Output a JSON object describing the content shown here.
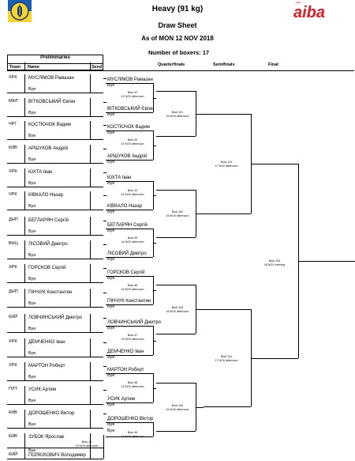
{
  "header": {
    "weight_class": "Heavy (91 kg)",
    "doc_title": "Draw Sheet",
    "as_of": "As of MON 12 NOV 2018",
    "num_boxers": "Number of boxers: 17",
    "logo_text": "aiba"
  },
  "columns": {
    "preliminaries": "Preliminaries",
    "team": "Team",
    "name": "Name",
    "seed": "Seed",
    "quarterfinals": "Quarterfinals",
    "semifinals": "Semifinals",
    "final": "Final"
  },
  "bye": "Bye",
  "entries": [
    {
      "team": "ХРК",
      "name": "МУСЛІМОВ Рамазан"
    },
    {
      "team": "МКЛ",
      "name": "ВІТКОВСЬКИЙ Євген"
    },
    {
      "team": "ЧРГ",
      "name": "КОСТЮЧОК Вадим"
    },
    {
      "team": "КИВ",
      "name": "АРШУКОВ Андрій"
    },
    {
      "team": "ХРК",
      "name": "ЮХТА Іван"
    },
    {
      "team": "ЧРК",
      "name": "КІВКАЛО Назар"
    },
    {
      "team": "ДНП",
      "name": "БЕГЛАРЯН Сергій"
    },
    {
      "team": "ВНЦ",
      "name": "ЛІСОВИЙ Дмитро"
    },
    {
      "team": "ХРК",
      "name": "ГОРСКОВ Сергій"
    },
    {
      "team": "ДНП",
      "name": "ПІНЧУК Константин"
    },
    {
      "team": "КИЙ",
      "name": "ЛОВЧИНСЬКИЙ Дмитро"
    },
    {
      "team": "ХРК",
      "name": "ДЕМЧЕНКО Іван"
    },
    {
      "team": "ХРК",
      "name": "МАРТОН Роберт"
    },
    {
      "team": "ПЛТ",
      "name": "УСИК Артем"
    },
    {
      "team": "КИВ",
      "name": "ДОРОШЕНКО Віктор"
    },
    {
      "team": "КИВ",
      "name": "ЗУБОК Ярослав"
    },
    {
      "team": "КИЙ",
      "name": "ПОЛЮХОВИЧ Володимир"
    }
  ],
  "qf_names": [
    "МУСЛІМОВ Рамазан",
    "ВІТКОВСЬКИЙ Євген",
    "КОСТЮЧОК Вадим",
    "АРШУКОВ Андрій",
    "ЮХТА Іван",
    "КІВКАЛО Назар",
    "БЕГЛАРЯН Сергій",
    "ЛІСОВИЙ Дмитро",
    "ГОРСКОВ Сергій",
    "ПІНЧУК Константин",
    "ЛОВЧИНСЬКИЙ Дмитро",
    "ДЕМЧЕНКО Іван",
    "МАРТОН Роберт",
    "УСИК Артем",
    "ДОРОШЕНКО Віктор"
  ],
  "bouts": {
    "b16": {
      "label": "Bout 16",
      "date": "13 NOV afternoon"
    },
    "b42": {
      "label": "Bout 42",
      "date": "14 NOV afternoon"
    },
    "b43": {
      "label": "Bout 43",
      "date": "14 NOV afternoon"
    },
    "b44": {
      "label": "Bout 44",
      "date": "14 NOV afternoon"
    },
    "b45": {
      "label": "Bout 45",
      "date": "14 NOV afternoon"
    },
    "b46": {
      "label": "Bout 46",
      "date": "14 NOV afternoon"
    },
    "b47": {
      "label": "Bout 47",
      "date": "14 NOV afternoon"
    },
    "b48": {
      "label": "Bout 48",
      "date": "14 NOV afternoon"
    },
    "b49": {
      "label": "Bout 49",
      "date": "14 NOV afternoon"
    },
    "b101": {
      "label": "Bout 101",
      "date": "16 NOV afternoon"
    },
    "b102": {
      "label": "Bout 102",
      "date": "16 NOV afternoon"
    },
    "b103": {
      "label": "Bout 103",
      "date": "16 NOV afternoon"
    },
    "b104": {
      "label": "Bout 104",
      "date": "16 NOV afternoon"
    },
    "b113": {
      "label": "Bout 113",
      "date": "17 NOV afternoon"
    },
    "b114": {
      "label": "Bout 114",
      "date": "17 NOV afternoon"
    },
    "b133": {
      "label": "Bout 133",
      "date": "18 NOV evening"
    }
  }
}
